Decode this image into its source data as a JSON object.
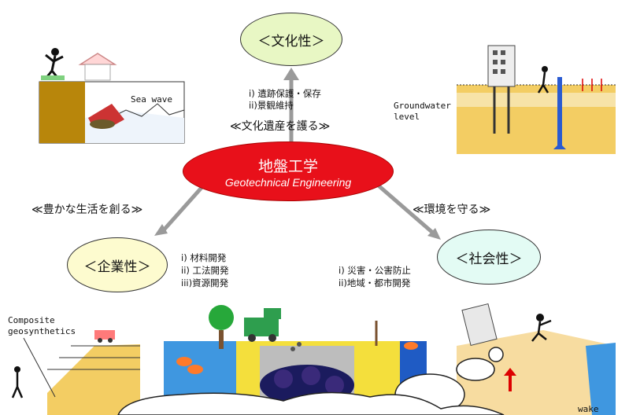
{
  "center": {
    "title_ja": "地盤工学",
    "title_en": "Geotechnical Engineering"
  },
  "nodes": {
    "culture": {
      "label": "＜文化性＞",
      "items": [
        "i) 遺跡保護・保存",
        "ii)景観維持"
      ]
    },
    "enterprise": {
      "label": "＜企業性＞",
      "items": [
        "i)  材料開発",
        "ii) 工法開発",
        "iii)資源開発"
      ]
    },
    "social": {
      "label": "＜社会性＞",
      "items": [
        "i) 災害・公害防止",
        "ii)地域・都市開発"
      ]
    }
  },
  "phrases": {
    "culture": "≪文化遺産を護る≫",
    "life": "≪豊かな生活を創る≫",
    "environment": "≪環境を守る≫"
  },
  "illustrations": {
    "sea_wave": "Sea wave",
    "groundwater": [
      "Groundwater",
      "level"
    ],
    "composite": [
      "Composite",
      "geosynthetics"
    ],
    "quake_partial": "wake"
  },
  "colors": {
    "center": "#e8101a",
    "arrow": "#9a9a9a",
    "ground": "#f3cd63",
    "sea": "#2a6fd1"
  }
}
